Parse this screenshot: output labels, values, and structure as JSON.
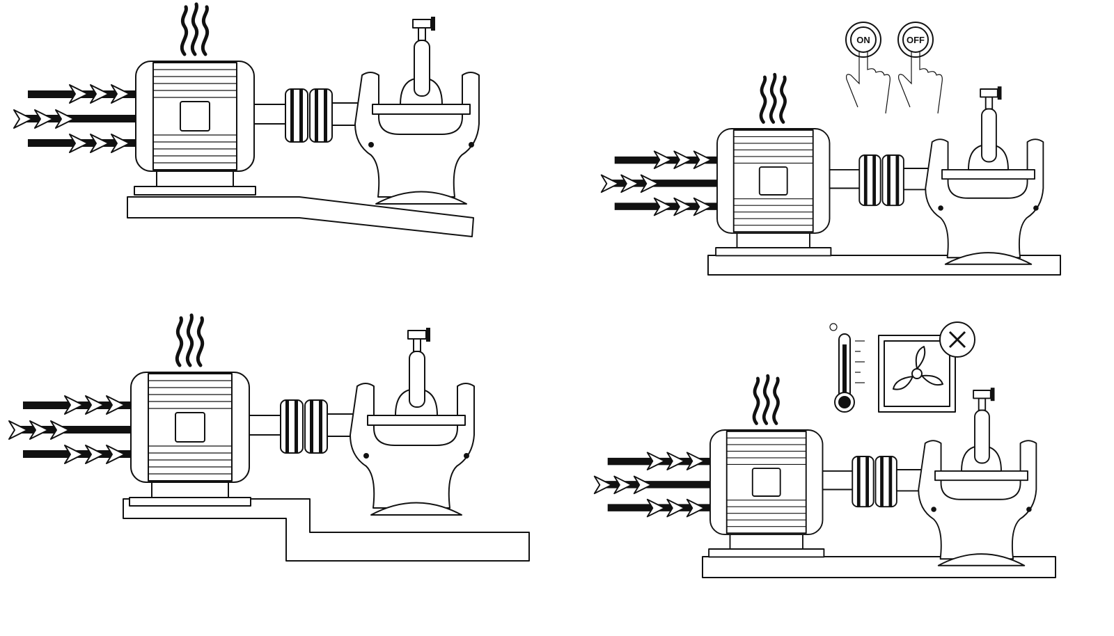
{
  "diagram": {
    "panels": [
      {
        "id": "sloped-base",
        "base": "sloped"
      },
      {
        "id": "on-off-control",
        "base": "flat"
      },
      {
        "id": "stepped-base",
        "base": "stepped"
      },
      {
        "id": "ventilation-failure",
        "base": "flat"
      }
    ],
    "switches": {
      "on_label": "ON",
      "off_label": "OFF"
    },
    "colors": {
      "stroke": "#111111",
      "background": "#ffffff"
    }
  }
}
